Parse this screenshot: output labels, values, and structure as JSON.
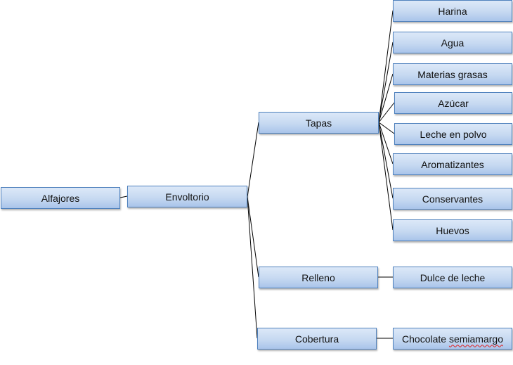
{
  "diagram": {
    "root": "Alfajores",
    "level1": "Envoltorio",
    "level2": [
      "Tapas",
      "Relleno",
      "Cobertura"
    ],
    "tapas_items": [
      "Harina",
      "Agua",
      "Materias grasas",
      "Azúcar",
      "Leche en polvo",
      "Aromatizantes",
      "Conservantes",
      "Huevos"
    ],
    "relleno_item": "Dulce de leche",
    "cobertura_item": {
      "prefix": "Chocolate ",
      "flagged_word": "semiamargo"
    }
  },
  "colors": {
    "node_fill": "#c6d9f1",
    "node_border": "#4f81bd",
    "connector": "#000000",
    "spellcheck_underline": "#e02020"
  }
}
